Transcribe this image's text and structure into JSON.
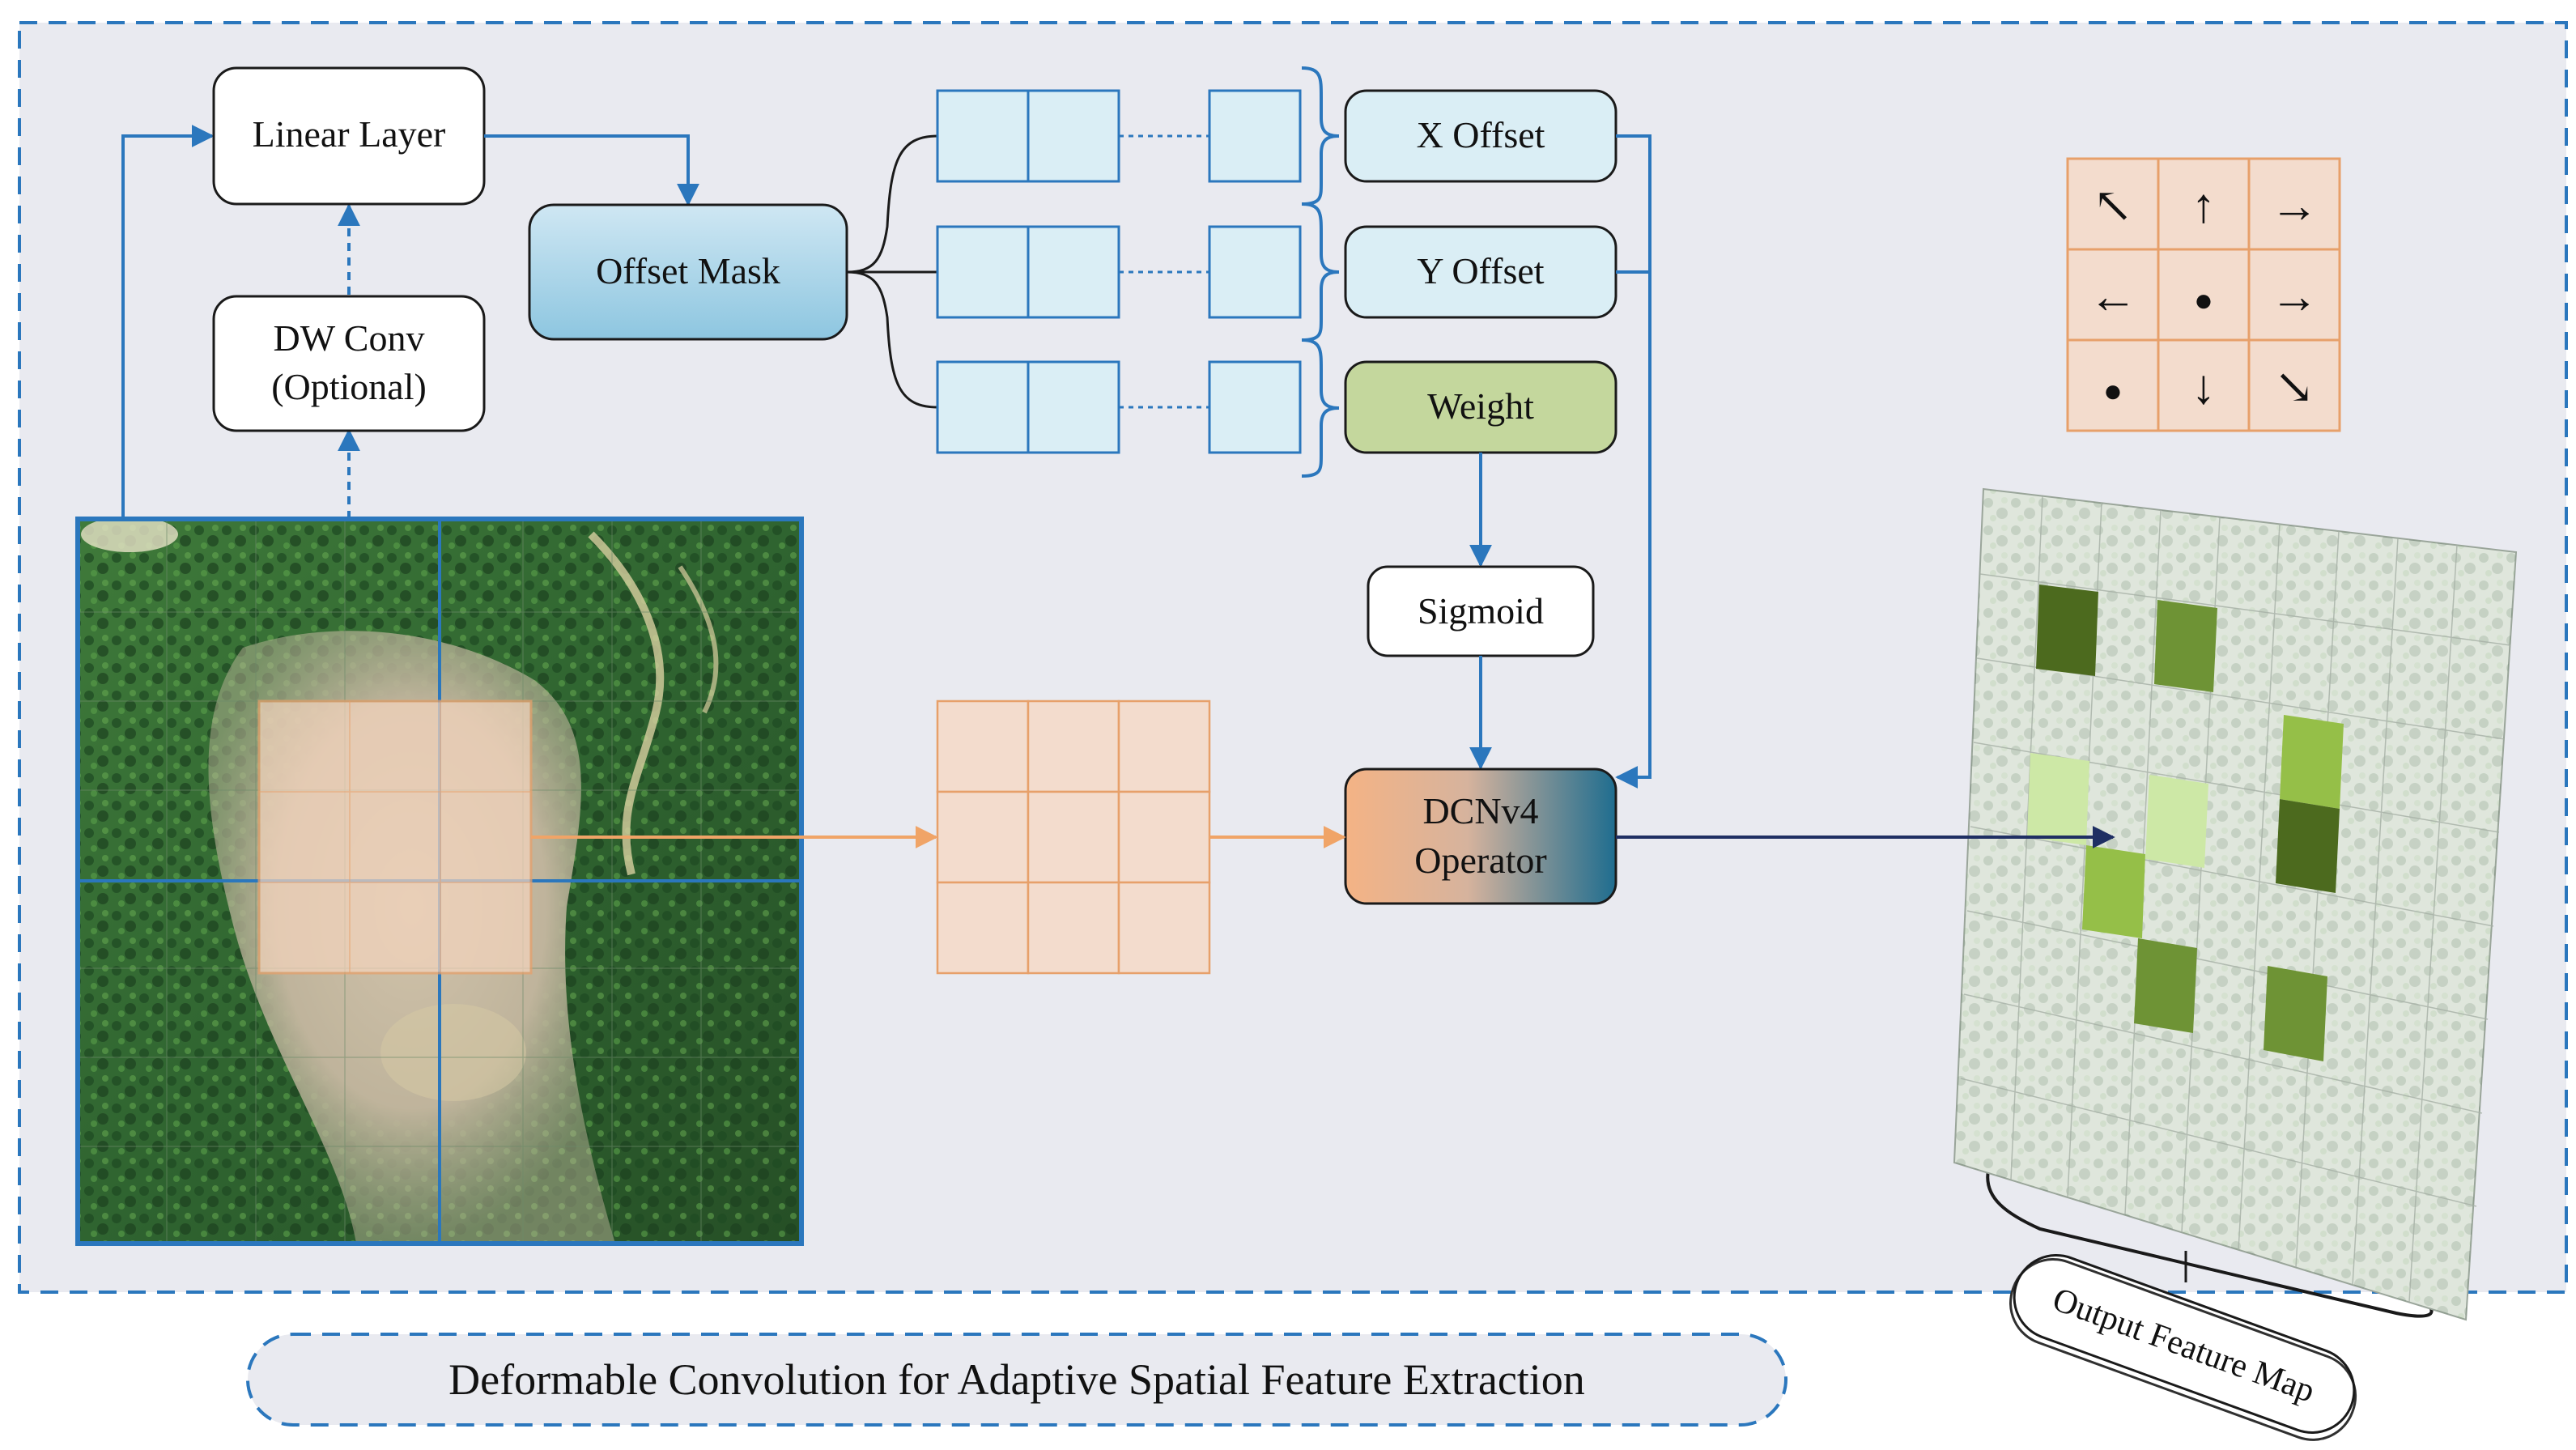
{
  "labels": {
    "linear_layer": "Linear Layer",
    "dw_conv_line1": "DW Conv",
    "dw_conv_line2": "(Optional)",
    "offset_mask": "Offset Mask",
    "x_offset": "X Offset",
    "y_offset": "Y Offset",
    "weight": "Weight",
    "sigmoid": "Sigmoid",
    "dcn_line1": "DCNv4",
    "dcn_line2": "Operator",
    "output_feature_map": "Output Feature Map",
    "caption": "Deformable Convolution for Adaptive Spatial Feature Extraction"
  },
  "direction_grid": [
    "↖",
    "↑",
    "→",
    "←",
    "●",
    "→",
    "●",
    "↓",
    "↘"
  ],
  "colors": {
    "panel_bg": "#e9eaf0",
    "border_blue": "#2b77bd",
    "offset_mask_fill": "#a9d3e8",
    "cell_fill": "#daeef5",
    "weight_fill": "#c4d79d",
    "kernel_fill": "#f3dccd",
    "kernel_stroke": "#e7a06a",
    "arrow_orange": "#f0a467",
    "arrow_navy": "#1f2f63",
    "dcn_gradient_start": "#f4b385",
    "dcn_gradient_end": "#1f6d8f",
    "green_dark": "#4c6a1e",
    "green_mid": "#6e9335",
    "green_light": "#95bf48",
    "green_pale": "#cde8a6"
  }
}
